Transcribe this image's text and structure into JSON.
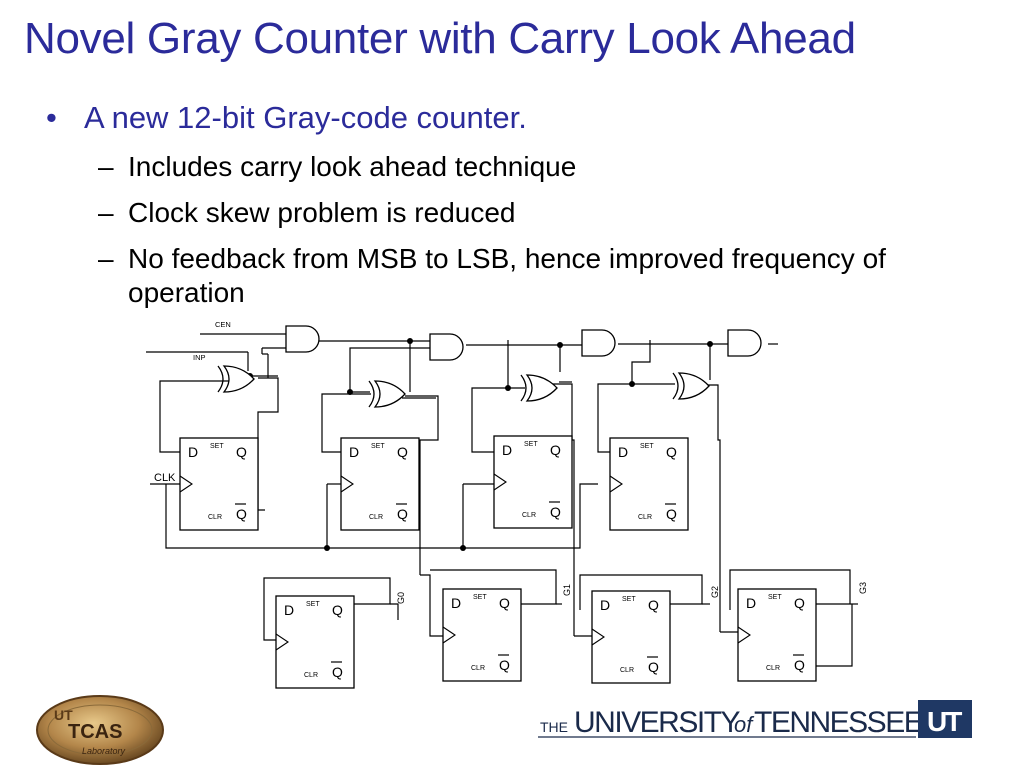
{
  "slide": {
    "title": "Novel Gray Counter with Carry Look Ahead",
    "bullet": "A new 12-bit Gray-code counter.",
    "bullet_marker": "•",
    "sub_marker": "–",
    "subbullets": [
      "Includes carry look ahead technique",
      "Clock skew problem is reduced",
      "No feedback from MSB to LSB, hence improved frequency of operation"
    ]
  },
  "circuit": {
    "signals": {
      "cen": "CEN",
      "inp": "INP",
      "clk": "CLK"
    },
    "flipflop": {
      "d": "D",
      "q": "Q",
      "qbar": "Q",
      "set": "SET",
      "clr": "CLR"
    },
    "outputs": [
      "G0",
      "G1",
      "G2",
      "G3"
    ]
  },
  "logos": {
    "lab_top": "UT",
    "lab_main": "TCAS",
    "lab_sub": "Laboratory",
    "university": "THE UNIVERSITY of TENNESSEE",
    "university_the": "THE",
    "university_word": "UNIVERSITY",
    "university_of": "of",
    "university_state": "TENNESSEE",
    "ut_mark": "UT"
  }
}
